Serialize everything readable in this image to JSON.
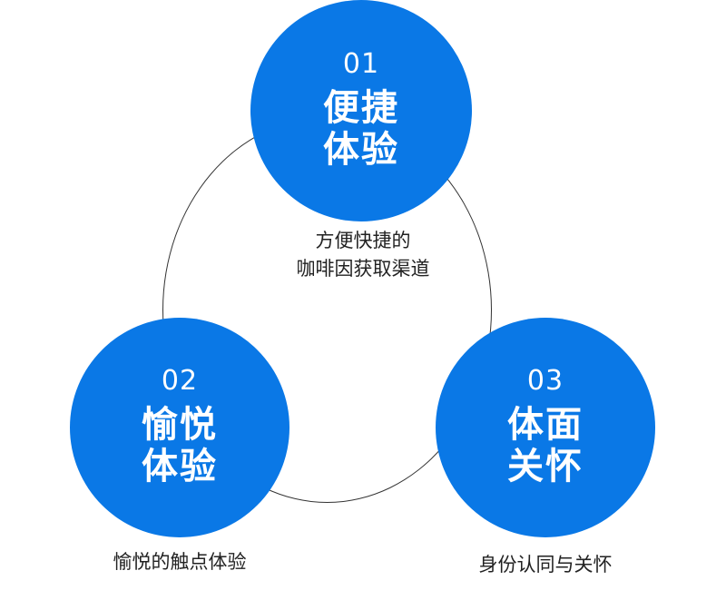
{
  "colors": {
    "node_fill": "#0a78e6",
    "node_text": "#ffffff",
    "ring": "#333333",
    "desc_text": "#222222"
  },
  "nodes": [
    {
      "num": "01",
      "title_line1": "便捷",
      "title_line2": "体验",
      "desc_line1": "方便快捷的",
      "desc_line2": "咖啡因获取渠道"
    },
    {
      "num": "02",
      "title_line1": "愉悦",
      "title_line2": "体验",
      "desc_line1": "愉悦的触点体验"
    },
    {
      "num": "03",
      "title_line1": "体面",
      "title_line2": "关怀",
      "desc_line1": "身份认同与关怀"
    }
  ]
}
